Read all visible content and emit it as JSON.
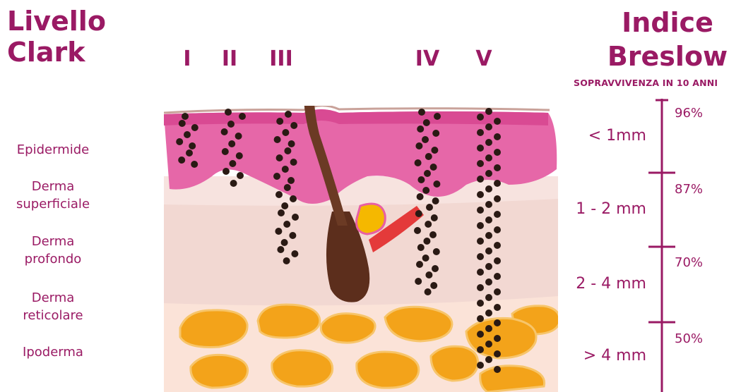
{
  "clark": {
    "title_line1": "Livello",
    "title_line2": "Clark",
    "levels": [
      "I",
      "II",
      "III",
      "IV",
      "V"
    ]
  },
  "breslow": {
    "title_line1": "Indice",
    "title_line2": "Breslow",
    "subtitle": "SOPRAVVIVENZA IN 10 ANNI"
  },
  "layers": [
    {
      "line1": "Epidermide",
      "line2": ""
    },
    {
      "line1": "Derma",
      "line2": "superficiale"
    },
    {
      "line1": "Derma",
      "line2": "profondo"
    },
    {
      "line1": "Derma",
      "line2": "reticolare"
    },
    {
      "line1": "Ipoderma",
      "line2": ""
    }
  ],
  "depths": [
    "< 1mm",
    "1 - 2 mm",
    "2 - 4 mm",
    "> 4 mm"
  ],
  "survival": [
    "96%",
    "87%",
    "70%",
    "50%"
  ],
  "colors": {
    "accent": "#9a1a64",
    "epidermis": "#e667a8",
    "dermis": "#f2d8d2",
    "fat": "#f3a31a",
    "melanoma": "#2a1a14",
    "hair": "#5c2e1c"
  }
}
